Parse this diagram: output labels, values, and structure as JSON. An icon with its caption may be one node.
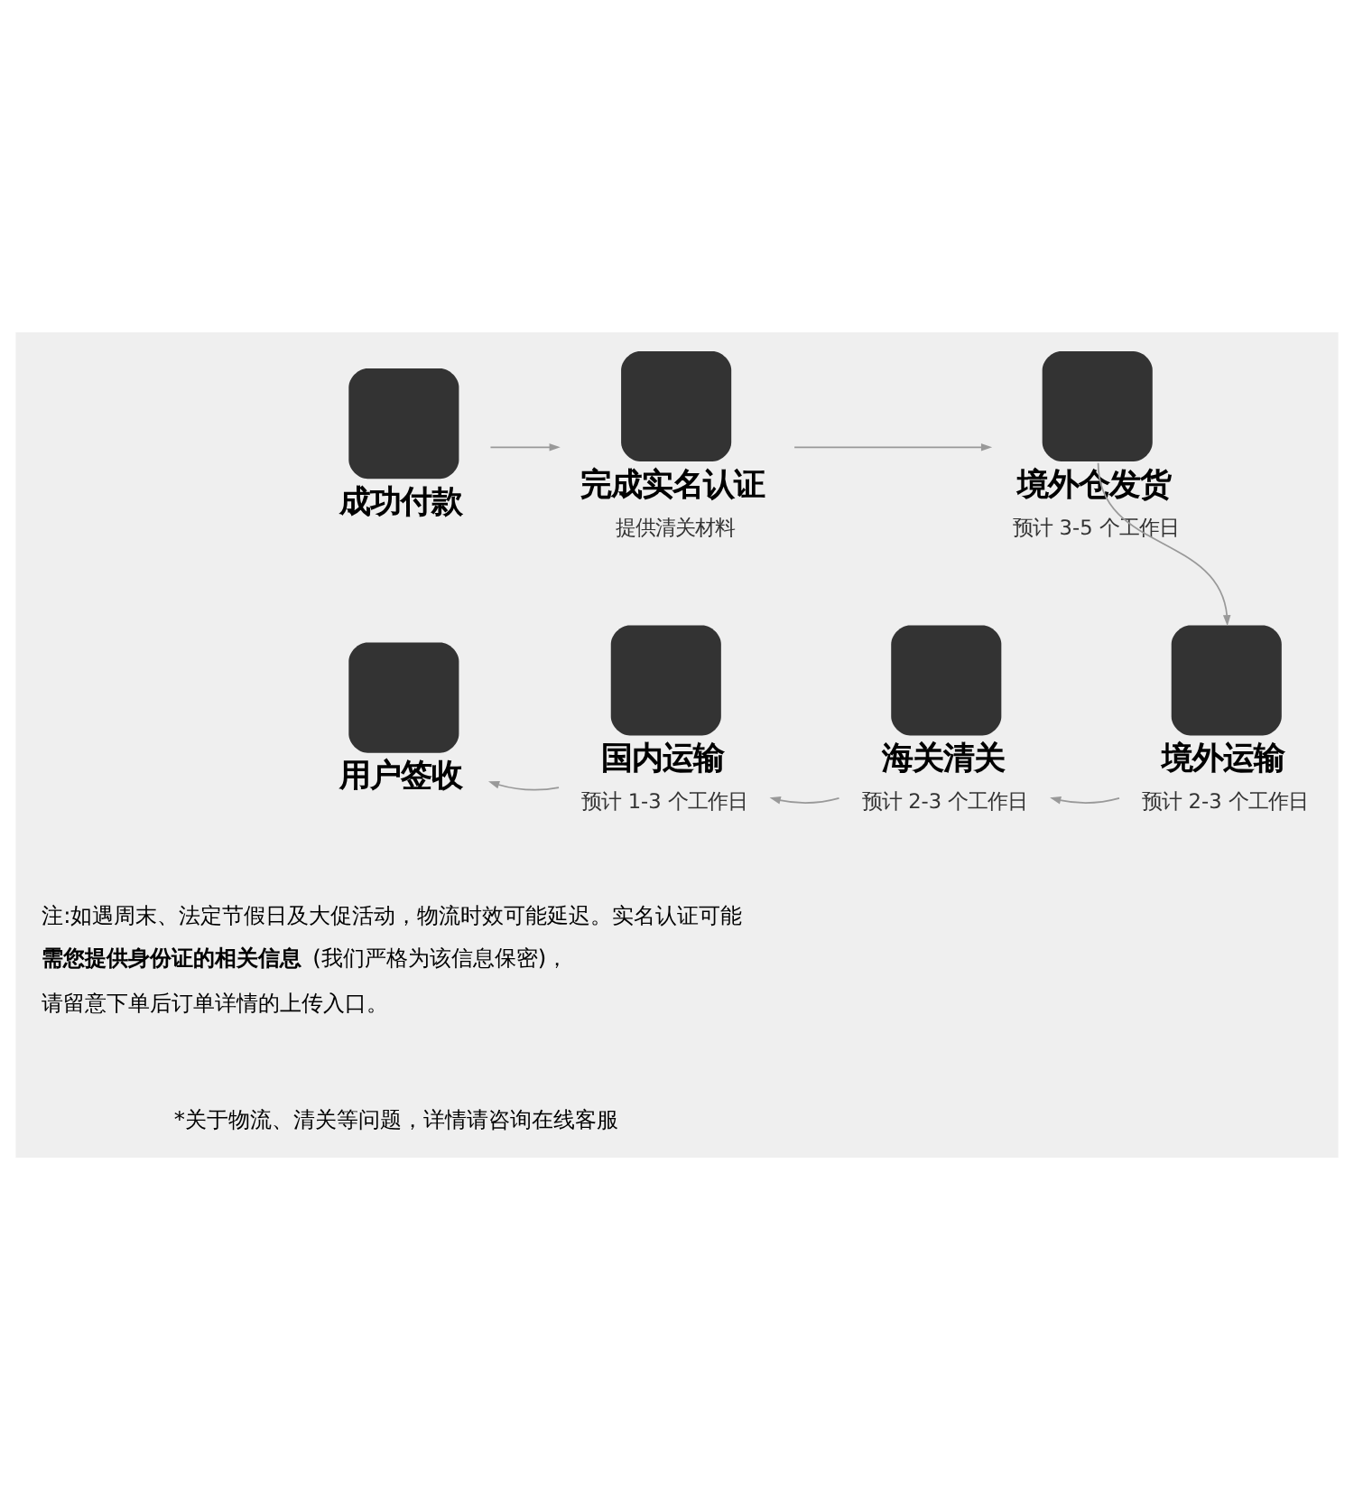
{
  "diagram": {
    "nodes": [
      {
        "text": [
          "成功付款"
        ]
      },
      {
        "text": [
          "完成实名认证",
          "提供清关材料"
        ]
      },
      {
        "text": [
          "境外仓发货",
          "预计 3-5 个工作日"
        ]
      },
      {
        "text": [
          "境外运输",
          "预计 2-3 个工作日"
        ]
      },
      {
        "text": [
          "海关清关",
          "预计 2-3 个工作日"
        ]
      },
      {
        "text": [
          "国内运输",
          "预计 1-3 个工作日"
        ]
      },
      {
        "text": [
          "用户签收"
        ]
      }
    ],
    "edges": [
      {
        "from": 0,
        "to": 1,
        "arrow": "to"
      },
      {
        "from": 1,
        "to": 2,
        "arrow": "to"
      },
      {
        "from": 2,
        "to": 3,
        "arrow": "to"
      },
      {
        "from": 3,
        "to": 4,
        "arrow": "to"
      },
      {
        "from": 4,
        "to": 5,
        "arrow": "to"
      },
      {
        "from": 5,
        "to": 6,
        "arrow": "to"
      }
    ],
    "labels": [
      "注:如遇周末、法定节假日及大促活动，物流时效可能延迟。实名认证可能**需您提供身份证的相关信息**(我们严格为该信息保密)，请留意下单后订单详情的上传入口。",
      "*关于物流、清关等问题，详情请咨询在线客服"
    ]
  }
}
